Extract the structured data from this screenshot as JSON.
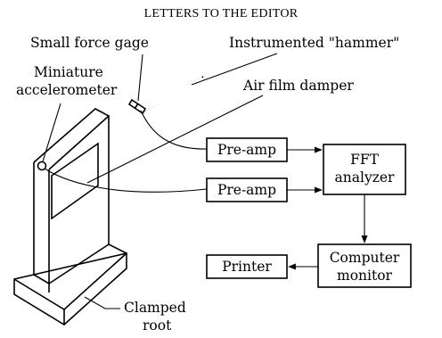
{
  "header": {
    "title": "LETTERS TO THE EDITOR"
  },
  "labels": {
    "force_gage": "Small force gage",
    "hammer": "Instrumented \"hammer\"",
    "accelerometer_line1": "Miniature",
    "accelerometer_line2": "accelerometer",
    "damper": "Air film damper",
    "clamped_line1": "Clamped",
    "clamped_line2": "root"
  },
  "boxes": {
    "preamp_top": "Pre-amp",
    "preamp_bottom": "Pre-amp",
    "fft_line1": "FFT",
    "fft_line2": "analyzer",
    "computer_line1": "Computer",
    "computer_line2": "monitor",
    "printer": "Printer"
  }
}
